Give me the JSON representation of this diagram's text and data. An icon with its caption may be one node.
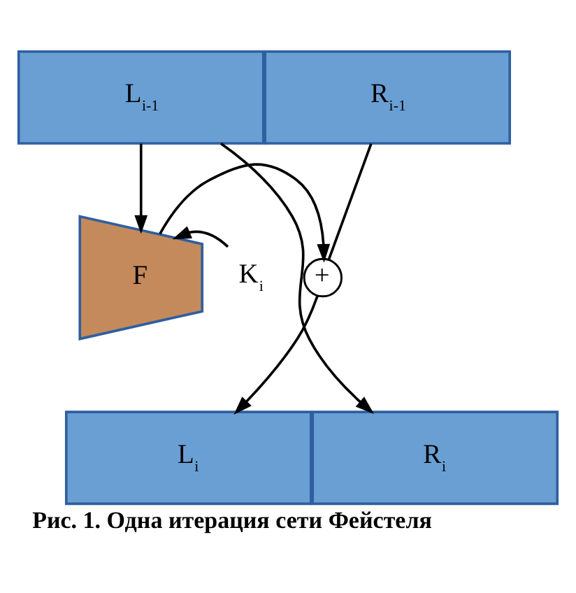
{
  "diagram": {
    "caption": "Рис. 1. Одна итерация сети Фейстеля",
    "nodes": [
      {
        "text": [
          "L$_{i-1}$"
        ]
      },
      {
        "text": [
          "R$_{i-1}$"
        ]
      },
      {
        "text": [
          "K$_{i}$"
        ]
      },
      {
        "text": [
          "F"
        ]
      },
      {
        "text": [
          "+"
        ]
      },
      {
        "text": [
          "L$_{i}$"
        ]
      },
      {
        "text": [
          "R$_{i}$"
        ]
      }
    ],
    "edges": [
      {
        "from": 0,
        "to": 3,
        "arrow": "to"
      },
      {
        "from": 0,
        "to": 6,
        "arrow": "to"
      },
      {
        "from": 2,
        "to": 3,
        "arrow": "to"
      },
      {
        "from": 3,
        "to": 4,
        "arrow": "to"
      },
      {
        "from": 1,
        "to": 4,
        "arrow": "none"
      },
      {
        "from": 4,
        "to": 5,
        "arrow": "to"
      }
    ]
  }
}
